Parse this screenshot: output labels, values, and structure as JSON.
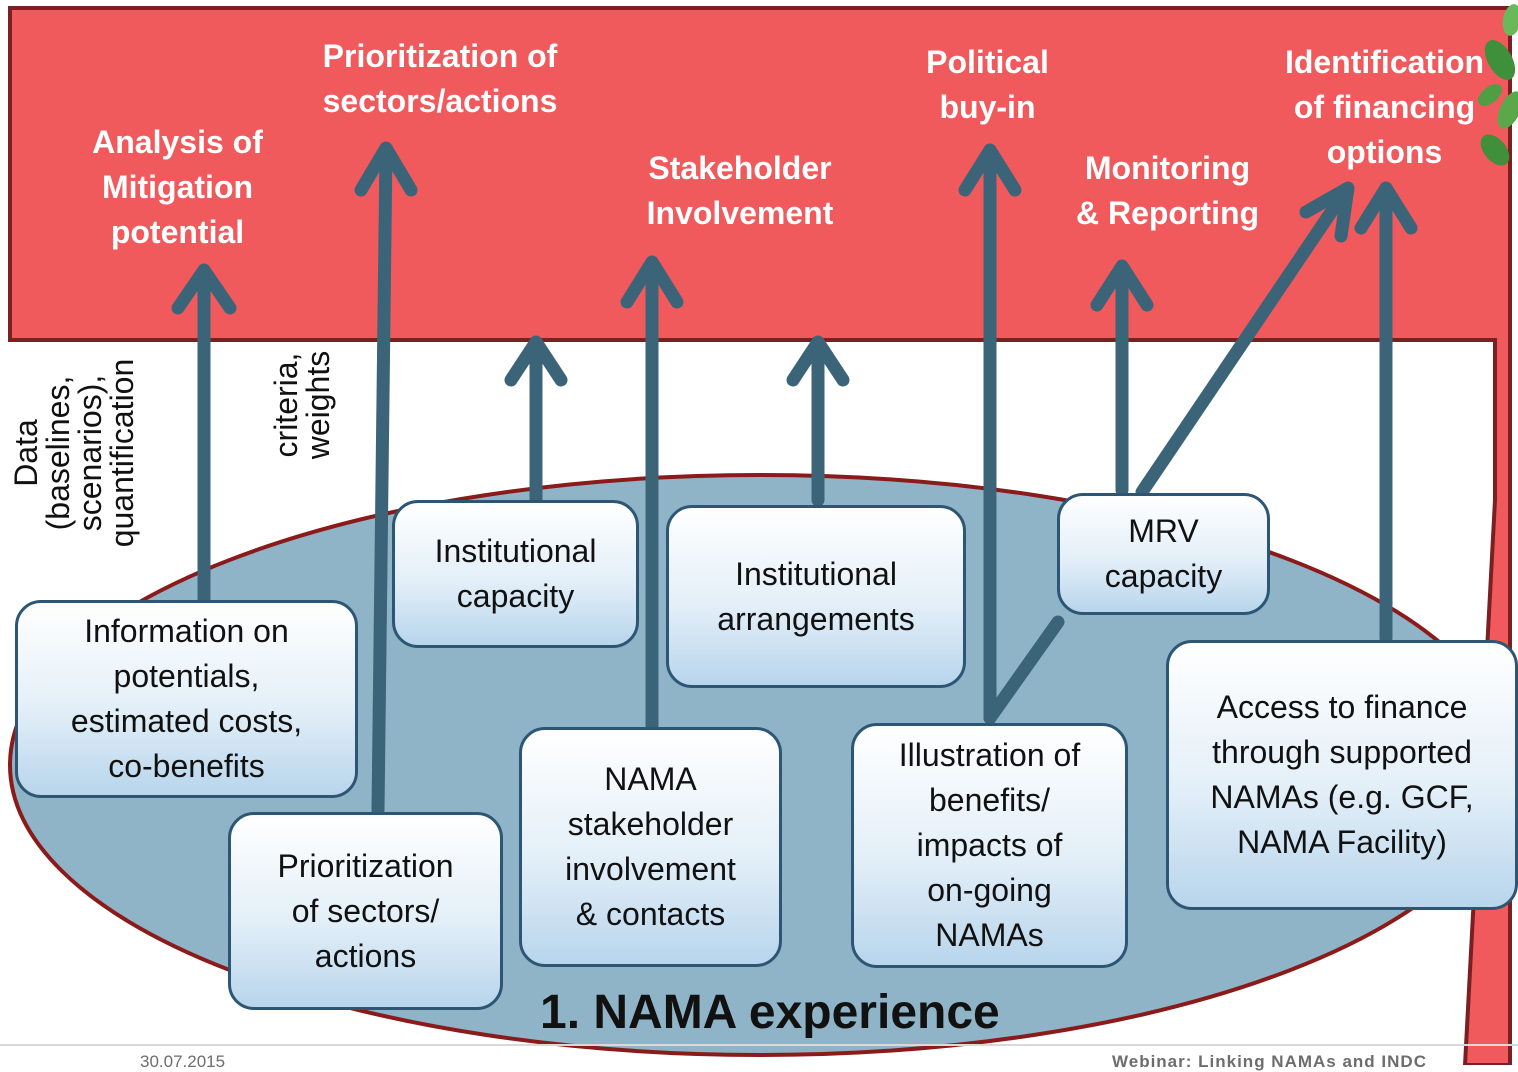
{
  "colors": {
    "banner": "#f15a5c",
    "banner_border": "#7a1f22",
    "ellipse_fill": "#8fb3c7",
    "arrow": "#3b6479",
    "box_border": "#2c5674"
  },
  "outcomes": [
    {
      "label": "Analysis of\nMitigation\npotential"
    },
    {
      "label": "Prioritization of\nsectors/actions"
    },
    {
      "label": "Stakeholder\nInvolvement"
    },
    {
      "label": "Political\nbuy-in"
    },
    {
      "label": "Monitoring\n& Reporting"
    },
    {
      "label": "Identification\nof financing\noptions"
    }
  ],
  "side_labels": {
    "data": "Data\n(baselines,\nscenarios),\nquantification",
    "criteria": "criteria,\nweights"
  },
  "boxes": [
    {
      "label": "Information on\npotentials,\nestimated costs,\nco-benefits"
    },
    {
      "label": "Prioritization\nof sectors/\nactions"
    },
    {
      "label": "Institutional\ncapacity"
    },
    {
      "label": "NAMA\nstakeholder\ninvolvement\n& contacts"
    },
    {
      "label": "Institutional\narrangements"
    },
    {
      "label": "Illustration of\nbenefits/\nimpacts of\non-going\nNAMAs"
    },
    {
      "label": "MRV\ncapacity"
    },
    {
      "label": "Access to finance\nthrough supported\nNAMAs (e.g. GCF,\nNAMA Facility)"
    }
  ],
  "title": "1.  NAMA experience",
  "footer": {
    "date": "30.07.2015",
    "webinar": "Webinar: Linking NAMAs and INDC"
  }
}
